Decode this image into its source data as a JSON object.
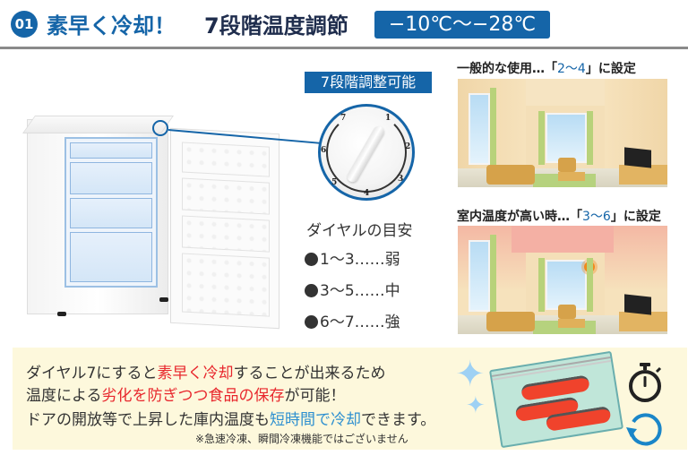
{
  "header": {
    "number": "01",
    "title_highlight": "素早く冷却！",
    "title_main": "7段階温度調節",
    "temperature_range": "−10℃〜−28℃"
  },
  "dial": {
    "label": "7段階調整可能",
    "numbers": [
      "1",
      "2",
      "3",
      "4",
      "5",
      "6",
      "7"
    ]
  },
  "guide": {
    "title": "ダイヤルの目安",
    "rows": [
      {
        "range": "1〜3",
        "dots": "……",
        "level": "弱"
      },
      {
        "range": "3〜5",
        "dots": "……",
        "level": "中"
      },
      {
        "range": "6〜7",
        "dots": "……",
        "level": "強"
      }
    ]
  },
  "rooms": [
    {
      "caption_prefix": "一般的な使用…「",
      "setting": "2〜4",
      "caption_suffix": "」に設定",
      "ceiling_color": "#f6e4c2"
    },
    {
      "caption_prefix": "室内温度が高い時…「",
      "setting": "3〜6",
      "caption_suffix": "」に設定",
      "ceiling_color": "#f4b0a4"
    }
  ],
  "description": {
    "line1": {
      "a": "ダイヤル7にすると",
      "b": "素早く冷却",
      "c": "することが出来るため"
    },
    "line2": {
      "a": "温度による",
      "b": "劣化を防ぎつつ食品の保存",
      "c": "が可能！"
    },
    "line3": {
      "a": "ドアの開放等で上昇した庫内温度も",
      "b": "短時間で冷却",
      "c": "できます。"
    },
    "note": "※急速冷凍、瞬間冷凍機能ではございません"
  },
  "colors": {
    "brand_blue": "#1565a8",
    "highlight_red": "#e8272d",
    "highlight_blue": "#2d8fd0",
    "panel_bg": "#fdf8dc"
  }
}
